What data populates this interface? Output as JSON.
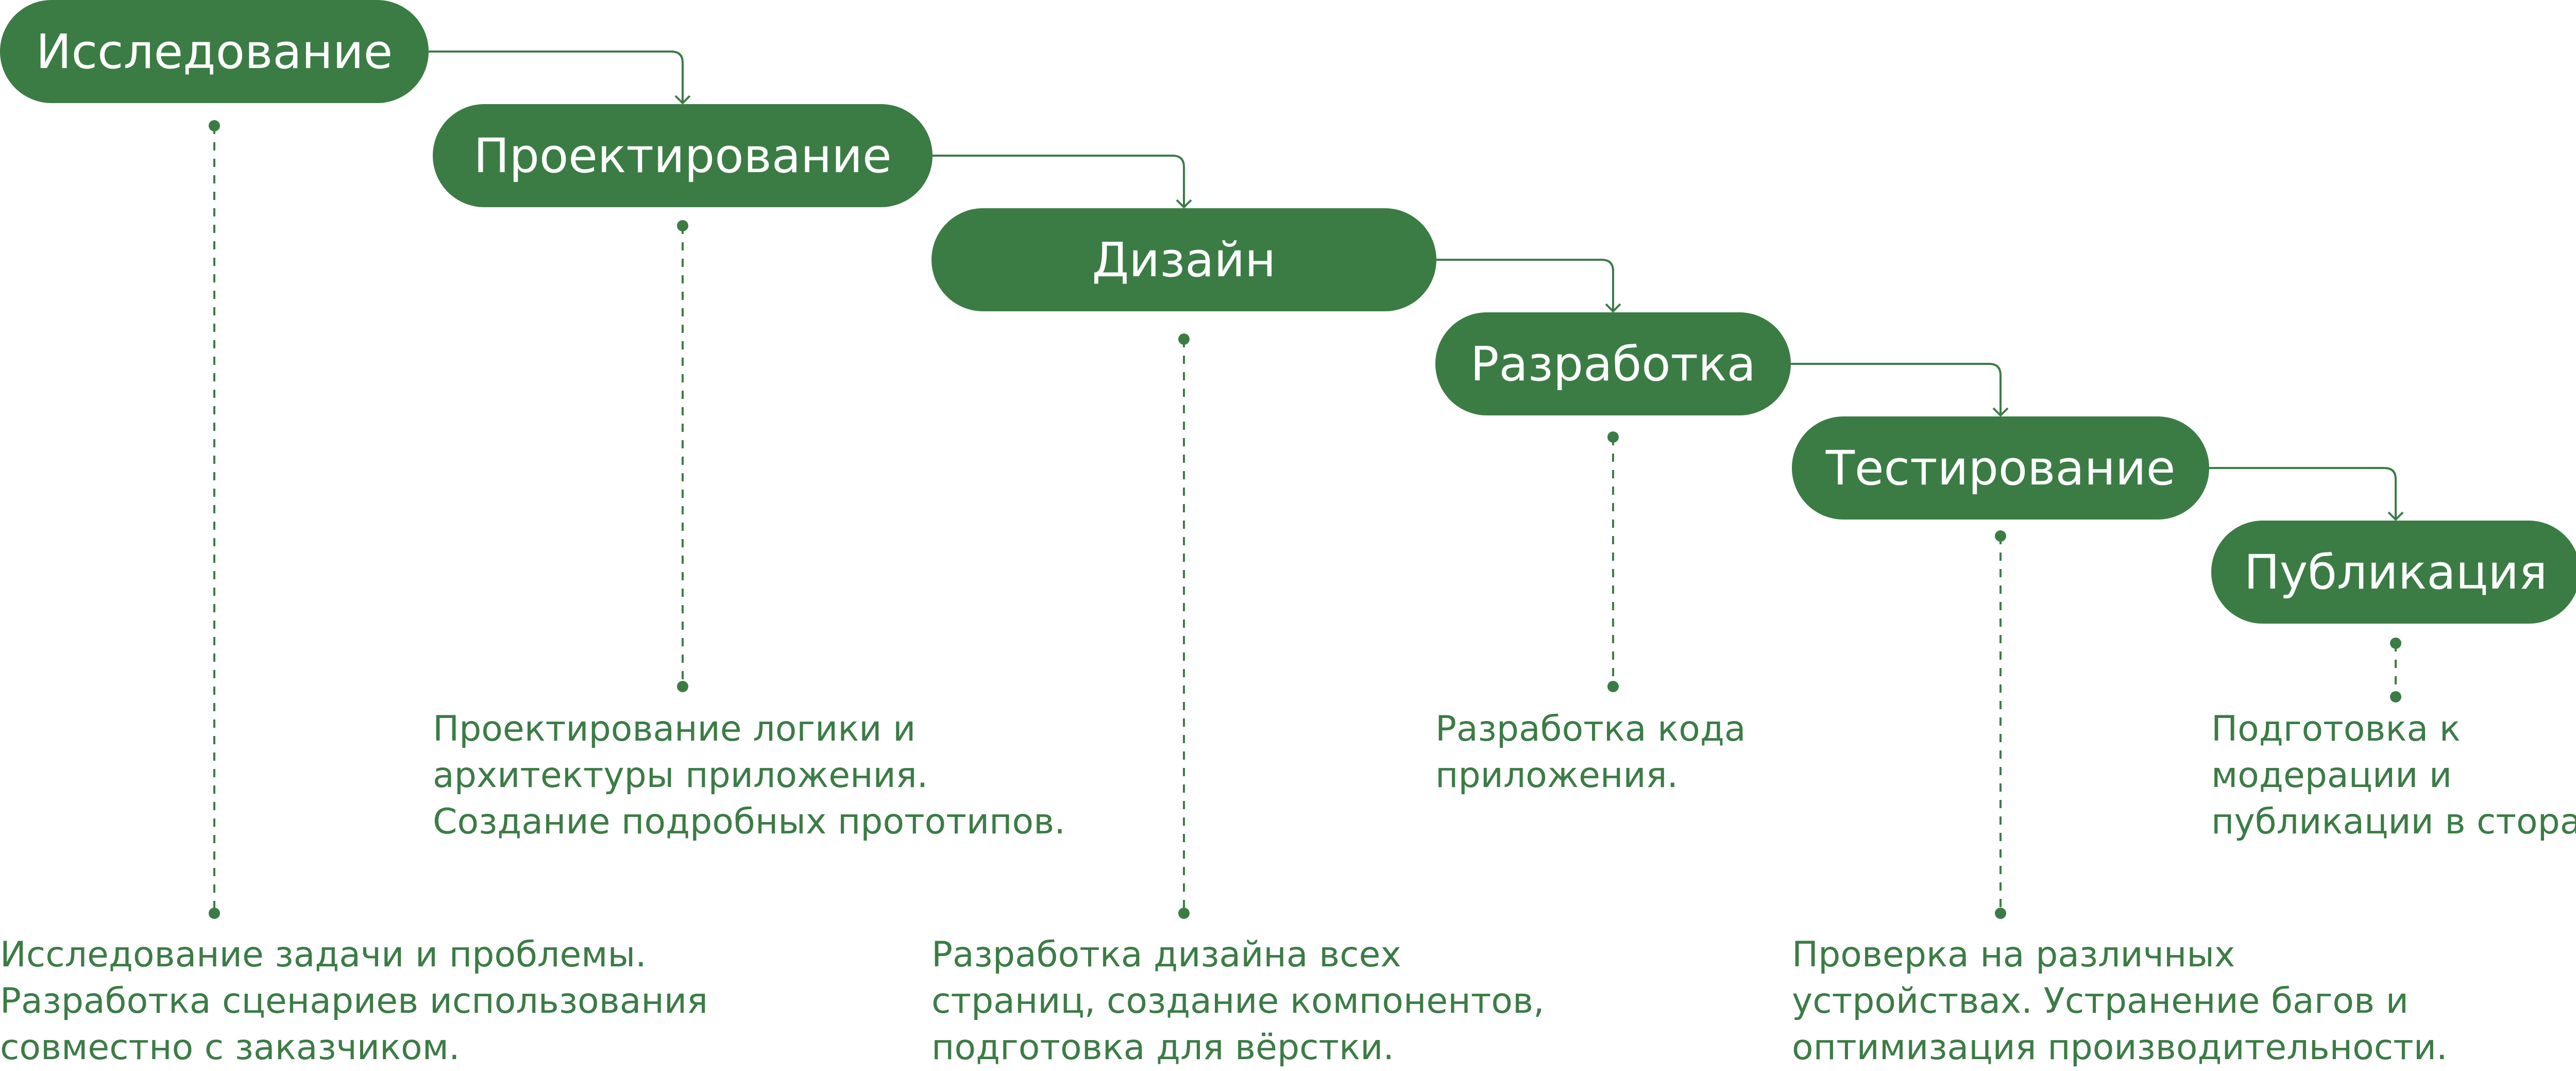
{
  "theme": {
    "accent": "#3b7c45",
    "pill_text": "#ffffff",
    "background": "#ffffff"
  },
  "stages": [
    {
      "label": "Исследование",
      "description": [
        "Исследование задачи и проблемы.",
        "Разработка сценариев использования",
        "совместно с заказчиком."
      ]
    },
    {
      "label": "Проектирование",
      "description": [
        "Проектирование логики и",
        "архитектуры приложения.",
        "Создание подробных прототипов."
      ]
    },
    {
      "label": "Дизайн",
      "description": [
        "Разработка дизайна всех",
        "страниц, создание компонентов,",
        "подготовка для вёрстки."
      ]
    },
    {
      "label": "Разработка",
      "description": [
        "Разработка кода",
        "приложения."
      ]
    },
    {
      "label": "Тестирование",
      "description": [
        "Проверка на различных",
        "устройствах. Устранение багов и",
        "оптимизация производительности."
      ]
    },
    {
      "label": "Публикация",
      "description": [
        "Подготовка к",
        "модерации и",
        "публикации в сторах."
      ]
    }
  ]
}
